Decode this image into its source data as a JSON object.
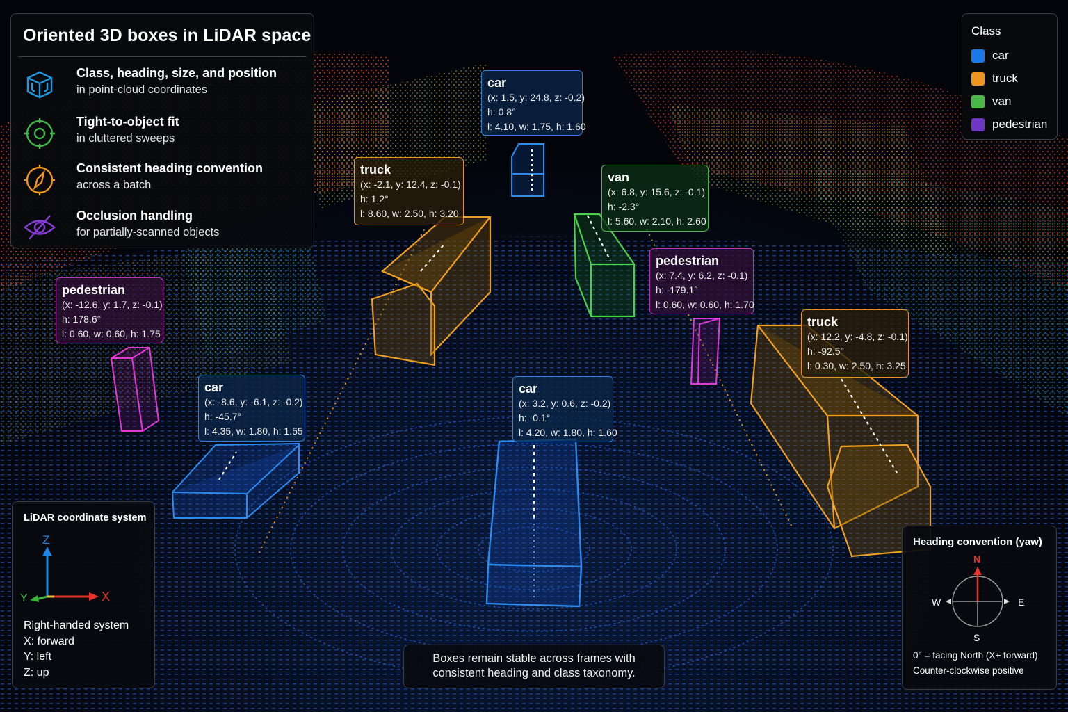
{
  "info_panel": {
    "title": "Oriented 3D boxes in LiDAR space",
    "features": [
      {
        "icon": "cube-icon",
        "color": "#1f9ae0",
        "title": "Class, heading, size, and position",
        "subtitle": "in point-cloud coordinates"
      },
      {
        "icon": "target-icon",
        "color": "#3fb845",
        "title": "Tight-to-object fit",
        "subtitle": "in cluttered sweeps"
      },
      {
        "icon": "compass-icon",
        "color": "#f0961c",
        "title": "Consistent heading convention",
        "subtitle": "across a batch"
      },
      {
        "icon": "eye-off-icon",
        "color": "#8a3ed8",
        "title": "Occlusion handling",
        "subtitle": "for partially-scanned objects"
      }
    ]
  },
  "legend": {
    "title": "Class",
    "items": [
      {
        "label": "car",
        "color": "#1a78e8"
      },
      {
        "label": "truck",
        "color": "#ef9420"
      },
      {
        "label": "van",
        "color": "#49b847"
      },
      {
        "label": "pedestrian",
        "color": "#6d36c4"
      }
    ]
  },
  "detections": [
    {
      "class": "car",
      "pos": "(x: 1.5, y: 24.8, z: -0.2)",
      "heading": "h: 0.8°",
      "size": "l: 4.10, w: 1.75, h: 1.60"
    },
    {
      "class": "truck",
      "pos": "(x: -2.1, y: 12.4, z: -0.1)",
      "heading": "h: 1.2°",
      "size": "l: 8.60, w: 2.50, h: 3.20"
    },
    {
      "class": "van",
      "pos": "(x: 6.8, y: 15.6, z: -0.1)",
      "heading": "h: -2.3°",
      "size": "l: 5.60, w: 2.10, h: 2.60"
    },
    {
      "class": "pedestrian",
      "pos": "(x: 7.4, y: 6.2, z: -0.1)",
      "heading": "h: -179.1°",
      "size": "l: 0.60, w: 0.60, h: 1.70"
    },
    {
      "class": "pedestrian",
      "pos": "(x: -12.6, y: 1.7, z: -0.1)",
      "heading": "h: 178.6°",
      "size": "l: 0.60, w: 0.60, h: 1.75"
    },
    {
      "class": "truck",
      "pos": "(x: 12.2, y: -4.8, z: -0.1)",
      "heading": "h: -92.5°",
      "size": "l: 0.30, w: 2.50, h: 3.25"
    },
    {
      "class": "car",
      "pos": "(x: -8.6, y: -6.1, z: -0.2)",
      "heading": "h: -45.7°",
      "size": "l: 4.35, w: 1.80, h: 1.55"
    },
    {
      "class": "car",
      "pos": "(x: 3.2, y: 0.6, z: -0.2)",
      "heading": "h: -0.1°",
      "size": "l: 4.20, w: 1.80, h: 1.60"
    }
  ],
  "coordinate_panel": {
    "title": "LiDAR coordinate system",
    "axes": {
      "z": "Z",
      "y": "Y",
      "x": "X"
    },
    "axis_colors": {
      "z": "#1c86e6",
      "y": "#3cb43c",
      "x": "#e8322b"
    },
    "lines": [
      "Right-handed system",
      "X: forward",
      "Y: left",
      "Z: up"
    ]
  },
  "heading_panel": {
    "title": "Heading convention (yaw)",
    "compass": {
      "n": "N",
      "s": "S",
      "e": "E",
      "w": "W",
      "north_color": "#e8322b"
    },
    "line1": "0° = facing North (X+ forward)",
    "line2": "Counter-clockwise positive"
  },
  "note": {
    "line1": "Boxes remain stable across frames with",
    "line2": "consistent heading and class taxonomy."
  }
}
